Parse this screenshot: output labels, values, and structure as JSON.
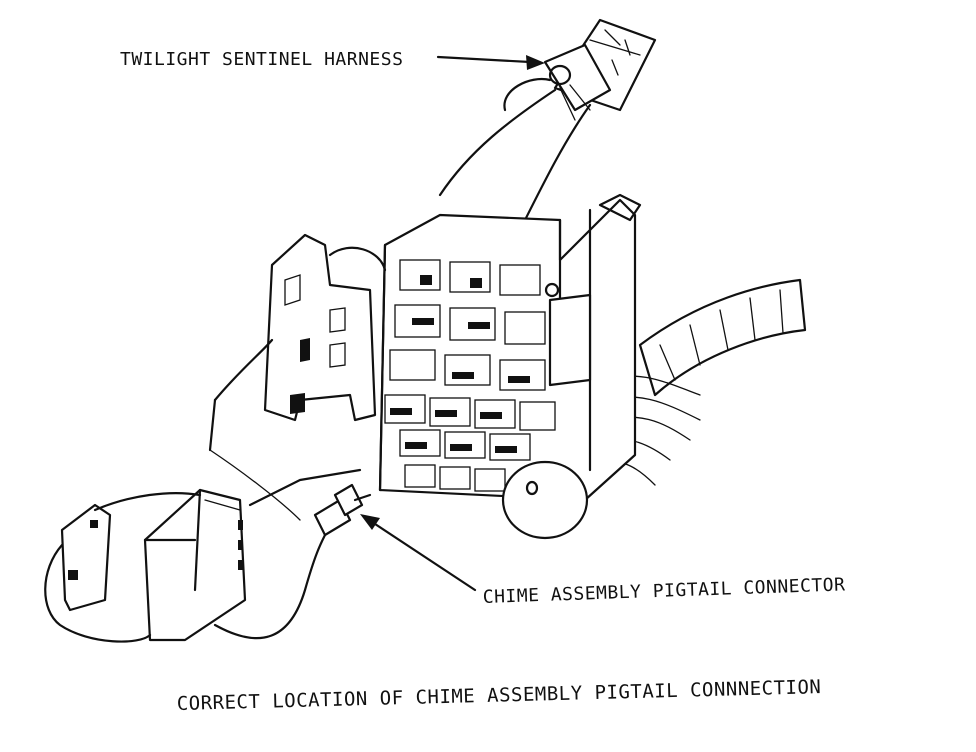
{
  "labels": {
    "twilight_harness": "TWILIGHT SENTINEL HARNESS",
    "chime_connector": "CHIME ASSEMBLY PIGTAIL CONNECTOR"
  },
  "caption": "CORRECT LOCATION OF CHIME ASSEMBLY PIGTAIL CONNNECTION",
  "colors": {
    "ink": "#111111",
    "paper": "#ffffff"
  }
}
